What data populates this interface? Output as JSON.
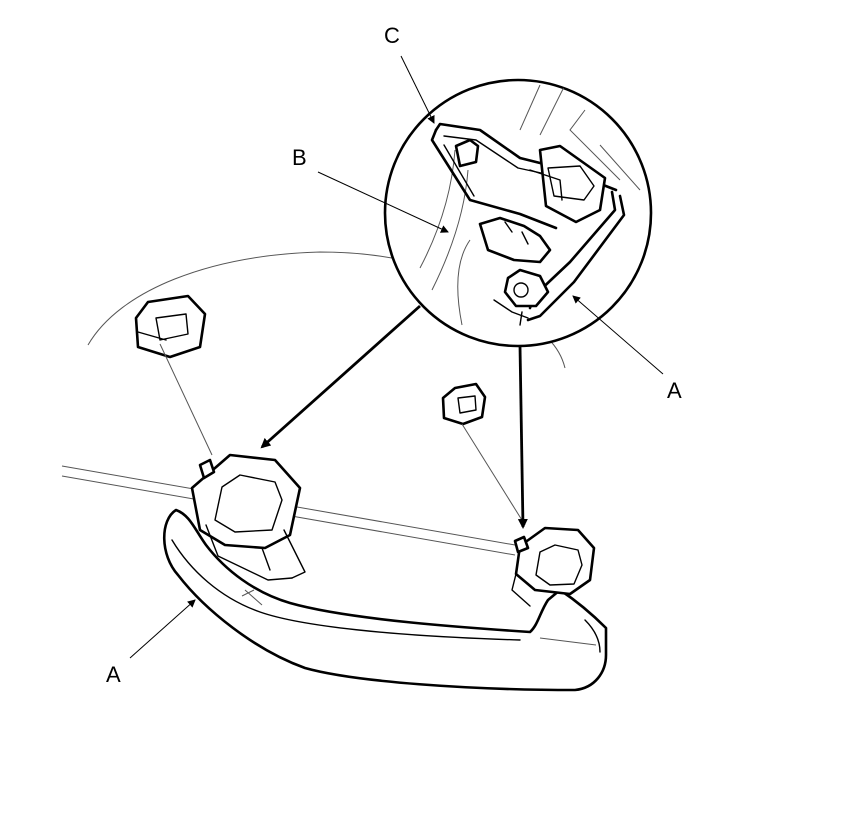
{
  "callouts": {
    "c": "C",
    "b": "B",
    "a_detail": "A",
    "a_handle": "A"
  },
  "colors": {
    "ink": "#000000",
    "background": "#ffffff",
    "fine_line": "#555555"
  }
}
